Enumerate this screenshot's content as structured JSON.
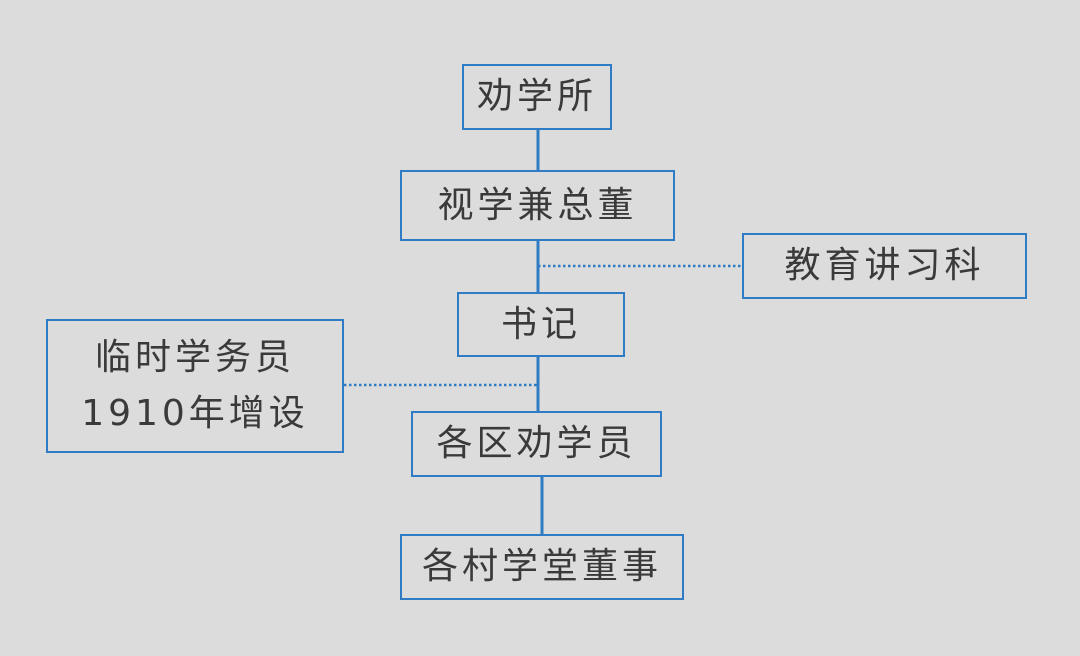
{
  "diagram": {
    "line_color": "#2f7cc4",
    "background": "#dcdcdc",
    "text_color": "#3a3a3a",
    "nodes": {
      "quanxuesuo": "劝学所",
      "shixue": "视学兼总董",
      "jiaoyu": "教育讲习科",
      "shuji": "书记",
      "linshi_line1": "临时学务员",
      "linshi_line2": "1910年增设",
      "gequ": "各区劝学员",
      "gecun": "各村学堂董事"
    }
  }
}
